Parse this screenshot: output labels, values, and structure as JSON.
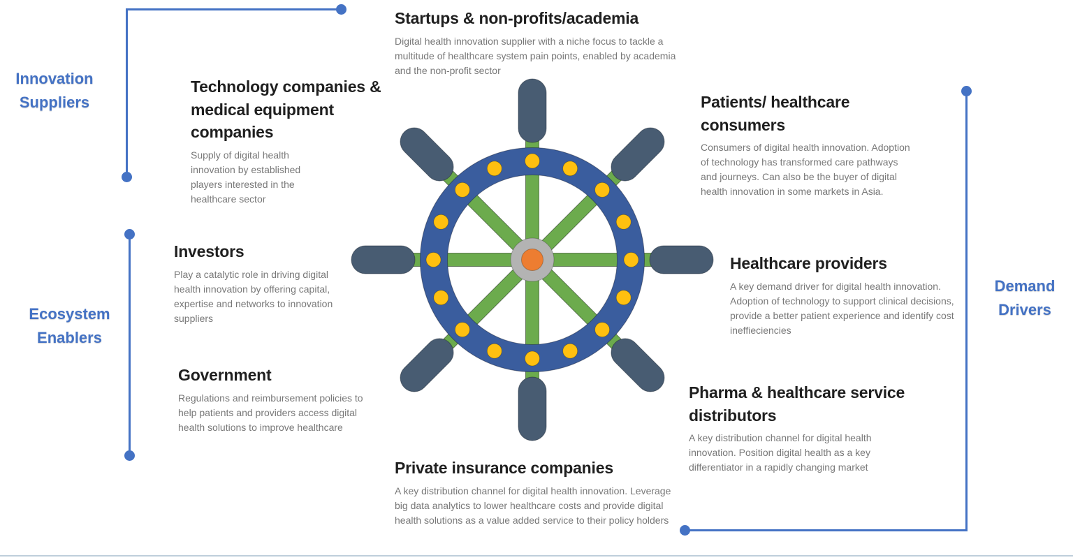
{
  "diagram_title_hint": "Digital health innovation ecosystem wheel",
  "group_labels": {
    "innovation_suppliers": "Innovation Suppliers",
    "ecosystem_enablers": "Ecosystem Enablers",
    "demand_drivers": "Demand Drivers"
  },
  "sections": {
    "startups": {
      "title": "Startups & non-profits/academia",
      "description": "Digital health innovation supplier with a niche focus to tackle a multitude of healthcare system pain points, enabled by academia and the non-profit sector"
    },
    "technology": {
      "title": "Technology companies & medical equipment companies",
      "description": "Supply of digital health innovation by established players interested in the healthcare sector"
    },
    "investors": {
      "title": "Investors",
      "description": "Play a catalytic role in driving digital health innovation by offering capital, expertise and networks to innovation suppliers"
    },
    "government": {
      "title": "Government",
      "description": "Regulations and reimbursement policies to help patients and providers access digital health solutions to improve healthcare"
    },
    "patients": {
      "title": "Patients/ healthcare consumers",
      "description": "Consumers of digital health innovation. Adoption of technology has transformed care pathways and journeys. Can also be the buyer of digital health innovation in some markets in Asia."
    },
    "providers": {
      "title": "Healthcare providers",
      "description": "A key demand driver for digital health innovation.  Adoption of technology to support clinical decisions, provide a better patient experience and identify cost ineffieciencies"
    },
    "pharma": {
      "title": "Pharma & healthcare service distributors",
      "description": "A key distribution channel for digital health innovation. Position digital health as a key differentiator in a rapidly changing market"
    },
    "insurance": {
      "title": "Private insurance companies",
      "description": "A key distribution channel for digital health innovation. Leverage big data analytics to lower healthcare costs and provide digital health solutions as a value added service to their policy holders"
    }
  },
  "icons": {
    "center": "ship-wheel-icon"
  },
  "colors": {
    "accent_blue": "#4472C4",
    "wheel_ring": "#3A5D9E",
    "wheel_handles": "#485C72",
    "wheel_spokes": "#6CAB4D",
    "wheel_dots": "#FFC010",
    "hub_gray": "#B3B3B3",
    "hub_orange": "#ED7D31",
    "title_text": "#1F1F1F",
    "body_text": "#787878"
  }
}
